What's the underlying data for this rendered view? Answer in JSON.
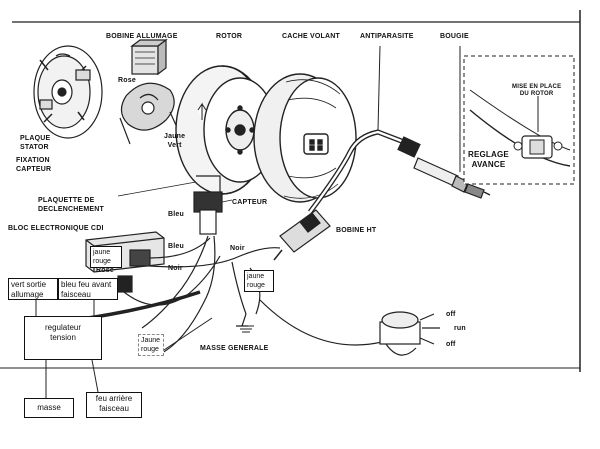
{
  "labels": {
    "bobine_allumage": "BOBINE ALLUMAGE",
    "rotor": "ROTOR",
    "cache_volant": "CACHE VOLANT",
    "antiparasite": "ANTIPARASITE",
    "bougie": "BOUGIE",
    "rose_top": "Rose",
    "jaune_vert": "Jaune\nVert",
    "plaque_stator": "PLAQUE\nSTATOR",
    "fixation_capteur": "FIXATION\nCAPTEUR",
    "plaquette": "PLAQUETTE DE\nDECLENCHEMENT",
    "bleu_left": "Bleu",
    "capteur": "CAPTEUR",
    "bloc_cdi": "BLOC ELECTRONIQUE CDI",
    "bleu_cdi": "Bleu",
    "noir_cdi": "Noir",
    "rose_cdi": "Rose",
    "noir_mid": "Noir",
    "bobine_ht": "BOBINE HT",
    "masse_generale": "MASSE GENERALE",
    "mise_en_place": "MISE EN PLACE\nDU ROTOR",
    "reglage_avance": "REGLAGE\nAVANCE",
    "off_top": "off",
    "run": "run",
    "off_bottom": "off"
  },
  "annotations": {
    "jaune_rouge_cdi": "jaune\nrouge",
    "jaune_rouge_mid": "jaune\nrouge",
    "jaune_rouge_low": "Jaune\nrouge",
    "vert_sortie": "vert sortie\nallumage",
    "bleu_feu": "bleu feu avant\nfaisceau",
    "regulateur": "regulateur\ntension",
    "masse": "masse",
    "feu_arriere": "feu arrière\nfaisceau"
  }
}
